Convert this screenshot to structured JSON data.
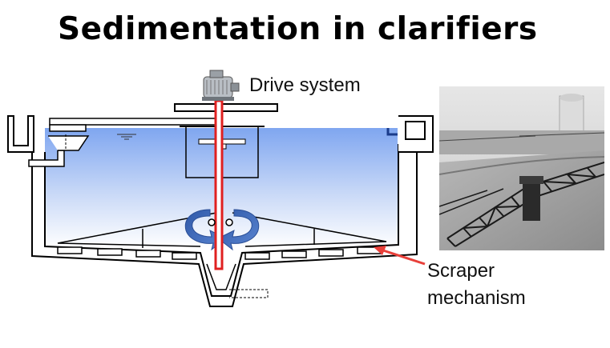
{
  "title": "Sedimentation in clarifiers",
  "labels": {
    "drive_system": "Drive system",
    "scraper_line1": "Scraper",
    "scraper_line2": "mechanism"
  },
  "colors": {
    "water_top": "#7fa6f0",
    "water_bottom": "#ffffff",
    "drive_shaft": "#e02020",
    "pointer_arrow": "#e8403a",
    "rotation_arrows": "#3a64b0",
    "outline": "#000000"
  }
}
